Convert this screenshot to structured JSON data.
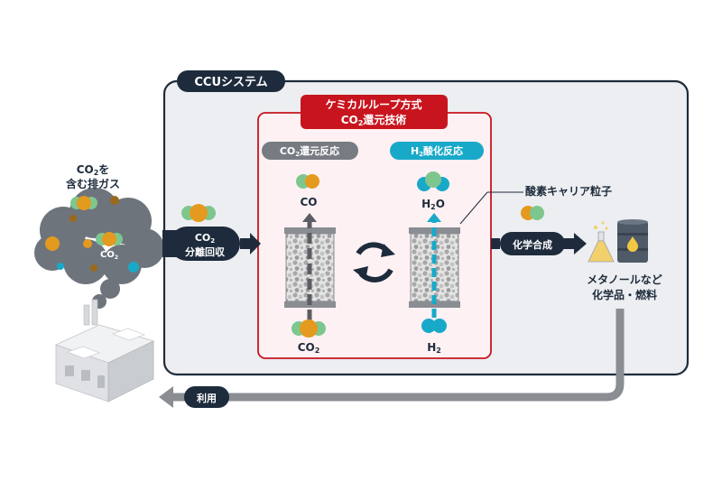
{
  "ccu_system_label": "CCUシステム",
  "chemical_loop": {
    "title_line1": "ケミカルループ方式",
    "title_line2_main": "CO",
    "title_line2_sub": "2",
    "title_line2_rest": "還元技術"
  },
  "co2_reduction": {
    "main": "CO",
    "sub": "2",
    "rest": "還元反応"
  },
  "h2_oxidation": {
    "main": "H",
    "sub": "2",
    "rest": "酸化反応"
  },
  "exhaust": {
    "line1_main": "CO",
    "line1_sub": "2",
    "line1_rest": "を",
    "line2": "含む排ガス"
  },
  "cloud_co2": {
    "main": "CO",
    "sub": "2"
  },
  "separation": {
    "line1_main": "CO",
    "line1_sub": "2",
    "line2": "分離回収"
  },
  "product_co": "CO",
  "product_h2o": {
    "a": "H",
    "sub": "2",
    "b": "O"
  },
  "input_co2": {
    "main": "CO",
    "sub": "2"
  },
  "input_h2": {
    "main": "H",
    "sub": "2"
  },
  "oxygen_carrier": "酸素キャリア粒子",
  "chemical_synthesis": "化学合成",
  "products": {
    "line1": "メタノールなど",
    "line2": "化学品・燃料"
  },
  "utilization": "利用",
  "colors": {
    "navy": "#1e2b3c",
    "red": "#c8141e",
    "gray_box": "#eceef1",
    "pink_box": "#fdf1f3",
    "orange": "#e39a1f",
    "green": "#7dc78f",
    "teal": "#18a9c9",
    "brown": "#9a6a1c"
  }
}
